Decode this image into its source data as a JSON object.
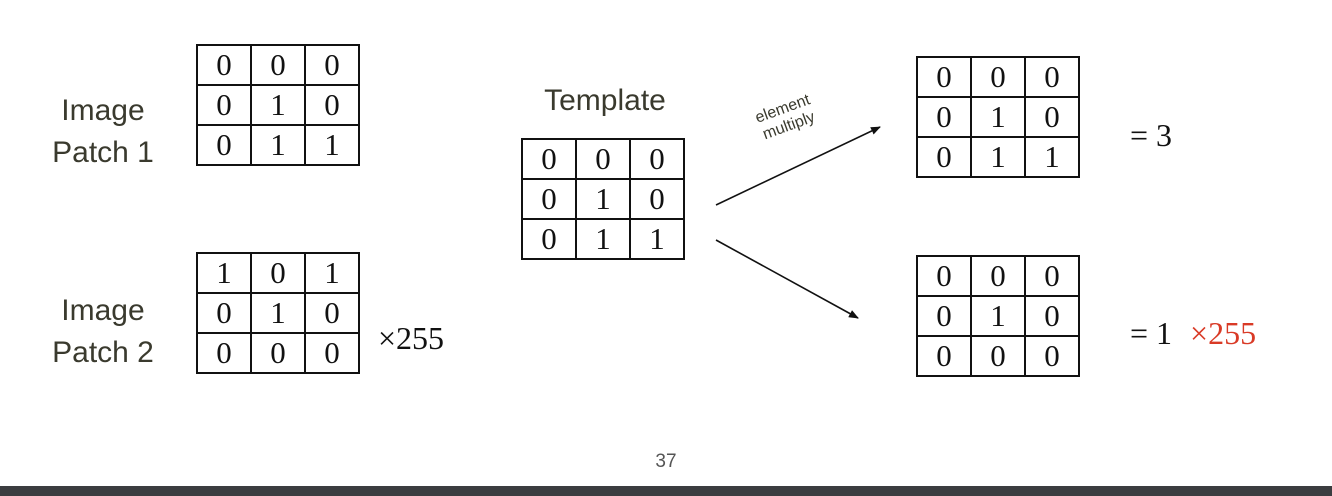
{
  "labels": {
    "patch1": [
      "Image",
      "Patch 1"
    ],
    "patch2": [
      "Image",
      "Patch 2"
    ],
    "template": "Template",
    "arrow": [
      "element",
      "multiply"
    ]
  },
  "matrices": {
    "patch1": [
      [
        "0",
        "0",
        "0"
      ],
      [
        "0",
        "1",
        "0"
      ],
      [
        "0",
        "1",
        "1"
      ]
    ],
    "patch2": [
      [
        "1",
        "0",
        "1"
      ],
      [
        "0",
        "1",
        "0"
      ],
      [
        "0",
        "0",
        "0"
      ]
    ],
    "template": [
      [
        "0",
        "0",
        "0"
      ],
      [
        "0",
        "1",
        "0"
      ],
      [
        "0",
        "1",
        "1"
      ]
    ],
    "result1": [
      [
        "0",
        "0",
        "0"
      ],
      [
        "0",
        "1",
        "0"
      ],
      [
        "0",
        "1",
        "1"
      ]
    ],
    "result2": [
      [
        "0",
        "0",
        "0"
      ],
      [
        "0",
        "1",
        "0"
      ],
      [
        "0",
        "0",
        "0"
      ]
    ]
  },
  "annotations": {
    "patch2_scale": "×255",
    "result1_sum": "= 3",
    "result2_sum": "= 1",
    "result2_scale": "×255"
  },
  "colors": {
    "highlight": "#d93a26"
  },
  "page_number": "37"
}
